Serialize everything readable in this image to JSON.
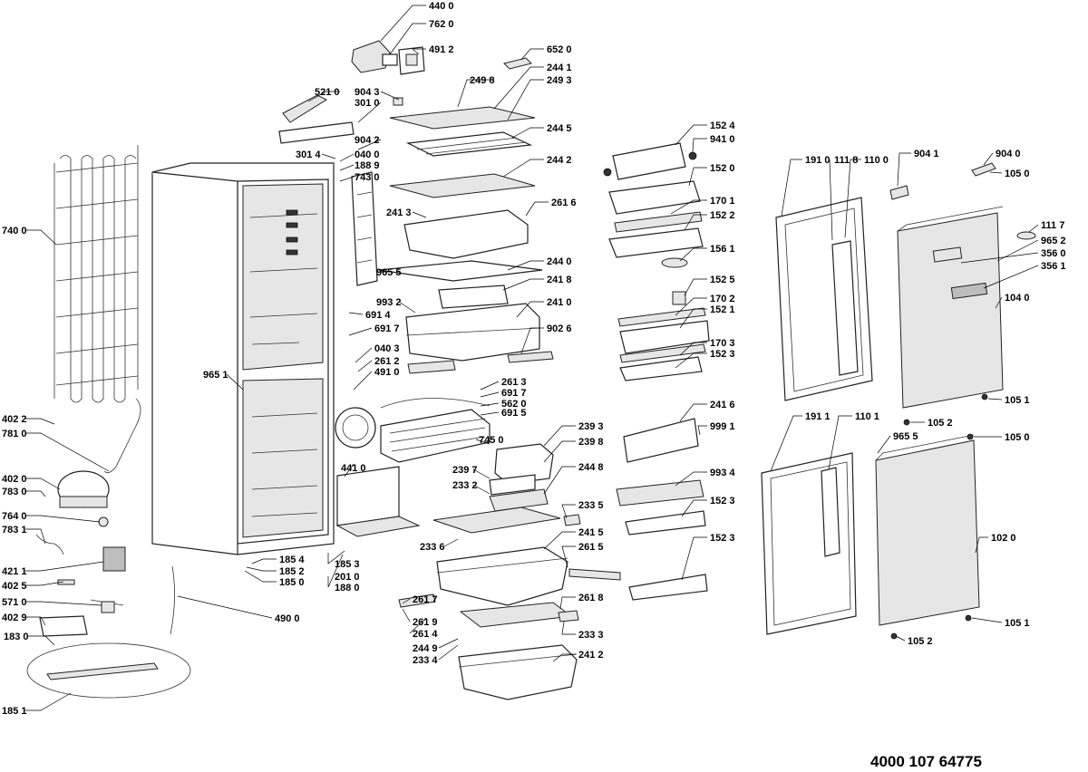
{
  "document_number": "4000 107 64775",
  "callouts": [
    "440 0",
    "762 0",
    "491 2",
    "652 0",
    "521 0",
    "904 3",
    "301 0",
    "249 8",
    "244 1",
    "249 3",
    "301 4",
    "904 2",
    "040 0",
    "188 9",
    "743 0",
    "244 5",
    "244 2",
    "261 6",
    "241 3",
    "152 4",
    "941 0",
    "152 0",
    "170 1",
    "152 2",
    "156 1",
    "740 0",
    "965 5",
    "244 0",
    "241 8",
    "993 2",
    "691 4",
    "691 7",
    "241 0",
    "902 6",
    "152 5",
    "170 2",
    "152 1",
    "170 3",
    "152 3",
    "040 3",
    "261 2",
    "491 0",
    "965 1",
    "261 3",
    "691 7",
    "562 0",
    "691 5",
    "239 3",
    "239 8",
    "745 0",
    "402 2",
    "781 0",
    "441 0",
    "239 7",
    "233 2",
    "244 8",
    "402 0",
    "783 0",
    "233 5",
    "764 0",
    "783 1",
    "233 6",
    "241 5",
    "261 5",
    "185 3",
    "201 0",
    "188 0",
    "421 1",
    "185 4",
    "185 2",
    "185 0",
    "402 5",
    "490 0",
    "571 0",
    "261 7",
    "261 8",
    "261 9",
    "261 4",
    "233 3",
    "402 9",
    "244 9",
    "233 4",
    "241 2",
    "183 0",
    "185 1",
    "241 6",
    "999 1",
    "993 4",
    "152 3",
    "152 3",
    "191 0",
    "111 8",
    "110 0",
    "904 1",
    "904 0",
    "105 0",
    "111 7",
    "965 2",
    "356 0",
    "356 1",
    "104 0",
    "105 1",
    "105 2",
    "105 0",
    "191 1",
    "110 1",
    "965 5",
    "102 0",
    "105 1",
    "105 2"
  ]
}
